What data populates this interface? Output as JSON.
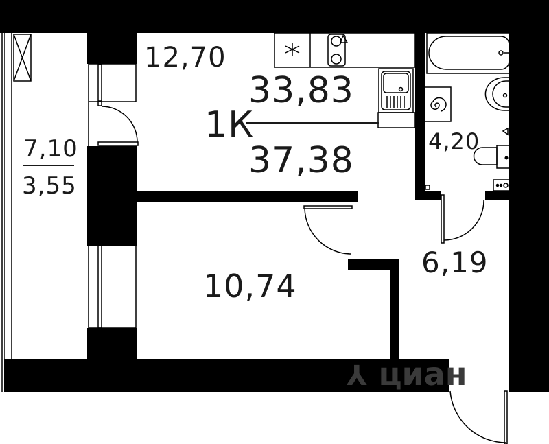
{
  "plan": {
    "type": "1-room apartment floor plan",
    "apartment_type": "1К",
    "living_area": "33,83",
    "total_area": "37,38",
    "colors": {
      "wall": "#000000",
      "background": "#ffffff",
      "text": "#1a1a1a",
      "watermark": "#3a3a3a"
    }
  },
  "rooms": {
    "kitchen": {
      "area": "12,70"
    },
    "bedroom": {
      "area": "10,74"
    },
    "hallway": {
      "area": "6,19"
    },
    "bathroom": {
      "area": "4,20"
    },
    "balcony": {
      "area": "7,10",
      "reduced_area": "3,55"
    }
  },
  "fixtures": [
    "stove-icon",
    "kitchen-sink-icon",
    "hob-icon",
    "boiler-icon",
    "bathtub-icon",
    "washbasin-icon",
    "toilet-icon",
    "meter-icon",
    "ventilation-icon"
  ],
  "watermark": {
    "text": "циан"
  }
}
